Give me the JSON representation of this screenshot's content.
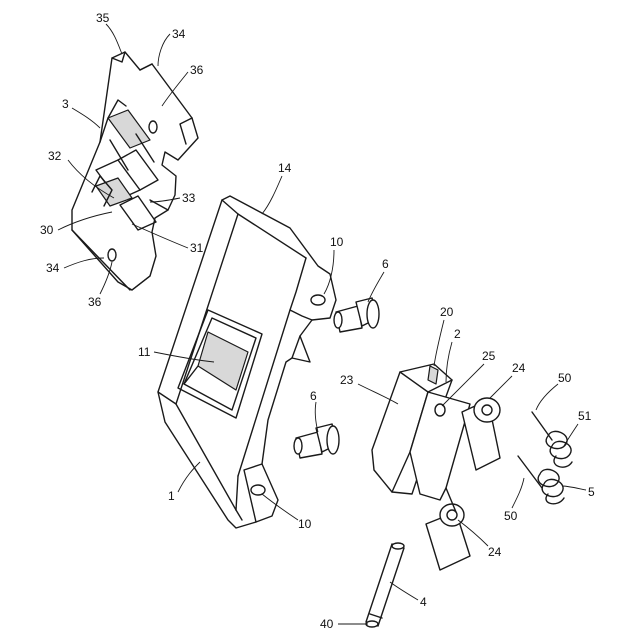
{
  "labels": {
    "l35": "35",
    "l34a": "34",
    "l36a": "36",
    "l3": "3",
    "l32": "32",
    "l33": "33",
    "l30": "30",
    "l31": "31",
    "l34b": "34",
    "l36b": "36",
    "l14": "14",
    "l10a": "10",
    "l6a": "6",
    "l11": "11",
    "l20": "20",
    "l2": "2",
    "l25": "25",
    "l24a": "24",
    "l23": "23",
    "l6b": "6",
    "l50a": "50",
    "l51": "51",
    "l1": "1",
    "l10b": "10",
    "l24b": "24",
    "l50b": "50",
    "l5": "5",
    "l40": "40",
    "l4": "4"
  }
}
